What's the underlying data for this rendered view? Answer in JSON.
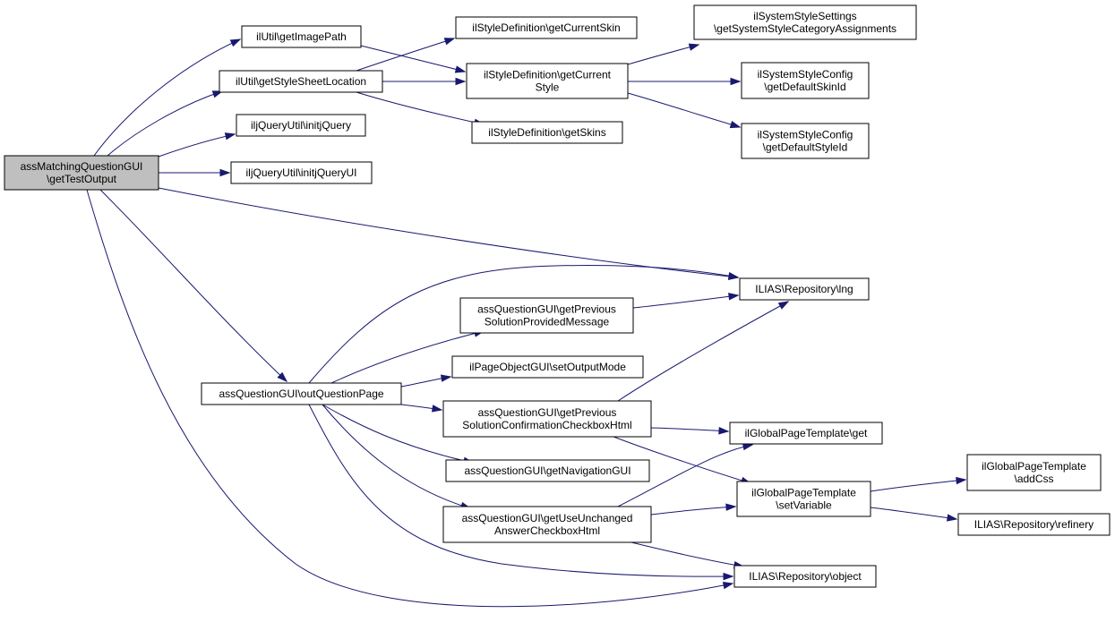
{
  "graph": {
    "edge_color": "#191970",
    "root_fill": "#bfbfbf",
    "nodes": [
      {
        "id": "root",
        "lines": [
          "assMatchingQuestionGUI",
          "\\getTestOutput"
        ],
        "root": true
      },
      {
        "id": "getImagePath",
        "lines": [
          "ilUtil\\getImagePath"
        ]
      },
      {
        "id": "getStyleSheetLocation",
        "lines": [
          "ilUtil\\getStyleSheetLocation"
        ]
      },
      {
        "id": "initjQuery",
        "lines": [
          "iljQueryUtil\\initjQuery"
        ]
      },
      {
        "id": "initjQueryUI",
        "lines": [
          "iljQueryUtil\\initjQueryUI"
        ]
      },
      {
        "id": "getCurrentSkin",
        "lines": [
          "ilStyleDefinition\\getCurrentSkin"
        ]
      },
      {
        "id": "getCurrentStyle",
        "lines": [
          "ilStyleDefinition\\getCurrent",
          "Style"
        ]
      },
      {
        "id": "getSkins",
        "lines": [
          "ilStyleDefinition\\getSkins"
        ]
      },
      {
        "id": "getSystemStyleCategoryAssignments",
        "lines": [
          "ilSystemStyleSettings",
          "\\getSystemStyleCategoryAssignments"
        ]
      },
      {
        "id": "getDefaultSkinId",
        "lines": [
          "ilSystemStyleConfig",
          "\\getDefaultSkinId"
        ]
      },
      {
        "id": "getDefaultStyleId",
        "lines": [
          "ilSystemStyleConfig",
          "\\getDefaultStyleId"
        ]
      },
      {
        "id": "lng",
        "lines": [
          "ILIAS\\Repository\\lng"
        ]
      },
      {
        "id": "outQuestionPage",
        "lines": [
          "assQuestionGUI\\outQuestionPage"
        ]
      },
      {
        "id": "getPreviousSolutionProvidedMessage",
        "lines": [
          "assQuestionGUI\\getPrevious",
          "SolutionProvidedMessage"
        ]
      },
      {
        "id": "setOutputMode",
        "lines": [
          "ilPageObjectGUI\\setOutputMode"
        ]
      },
      {
        "id": "getPreviousSolutionConfirmationCheckboxHtml",
        "lines": [
          "assQuestionGUI\\getPrevious",
          "SolutionConfirmationCheckboxHtml"
        ]
      },
      {
        "id": "getNavigationGUI",
        "lines": [
          "assQuestionGUI\\getNavigationGUI"
        ]
      },
      {
        "id": "getUseUnchangedAnswerCheckboxHtml",
        "lines": [
          "assQuestionGUI\\getUseUnchanged",
          "AnswerCheckboxHtml"
        ]
      },
      {
        "id": "tplGet",
        "lines": [
          "ilGlobalPageTemplate\\get"
        ]
      },
      {
        "id": "setVariable",
        "lines": [
          "ilGlobalPageTemplate",
          "\\setVariable"
        ]
      },
      {
        "id": "addCss",
        "lines": [
          "ilGlobalPageTemplate",
          "\\addCss"
        ]
      },
      {
        "id": "refinery",
        "lines": [
          "ILIAS\\Repository\\refinery"
        ]
      },
      {
        "id": "object",
        "lines": [
          "ILIAS\\Repository\\object"
        ]
      }
    ],
    "edges": [
      [
        "root",
        "getImagePath"
      ],
      [
        "root",
        "getStyleSheetLocation"
      ],
      [
        "root",
        "initjQuery"
      ],
      [
        "root",
        "initjQueryUI"
      ],
      [
        "root",
        "lng"
      ],
      [
        "root",
        "outQuestionPage"
      ],
      [
        "root",
        "object"
      ],
      [
        "getImagePath",
        "getCurrentStyle"
      ],
      [
        "getStyleSheetLocation",
        "getCurrentSkin"
      ],
      [
        "getStyleSheetLocation",
        "getCurrentStyle"
      ],
      [
        "getStyleSheetLocation",
        "getSkins"
      ],
      [
        "getCurrentStyle",
        "getSystemStyleCategoryAssignments"
      ],
      [
        "getCurrentStyle",
        "getDefaultSkinId"
      ],
      [
        "getCurrentStyle",
        "getDefaultStyleId"
      ],
      [
        "outQuestionPage",
        "lng"
      ],
      [
        "outQuestionPage",
        "getPreviousSolutionProvidedMessage"
      ],
      [
        "outQuestionPage",
        "setOutputMode"
      ],
      [
        "outQuestionPage",
        "getPreviousSolutionConfirmationCheckboxHtml"
      ],
      [
        "outQuestionPage",
        "getNavigationGUI"
      ],
      [
        "outQuestionPage",
        "getUseUnchangedAnswerCheckboxHtml"
      ],
      [
        "outQuestionPage",
        "object"
      ],
      [
        "getPreviousSolutionProvidedMessage",
        "lng"
      ],
      [
        "getPreviousSolutionConfirmationCheckboxHtml",
        "lng"
      ],
      [
        "getPreviousSolutionConfirmationCheckboxHtml",
        "tplGet"
      ],
      [
        "getPreviousSolutionConfirmationCheckboxHtml",
        "setVariable"
      ],
      [
        "getUseUnchangedAnswerCheckboxHtml",
        "tplGet"
      ],
      [
        "getUseUnchangedAnswerCheckboxHtml",
        "setVariable"
      ],
      [
        "getUseUnchangedAnswerCheckboxHtml",
        "object"
      ],
      [
        "setVariable",
        "addCss"
      ],
      [
        "setVariable",
        "refinery"
      ]
    ]
  }
}
